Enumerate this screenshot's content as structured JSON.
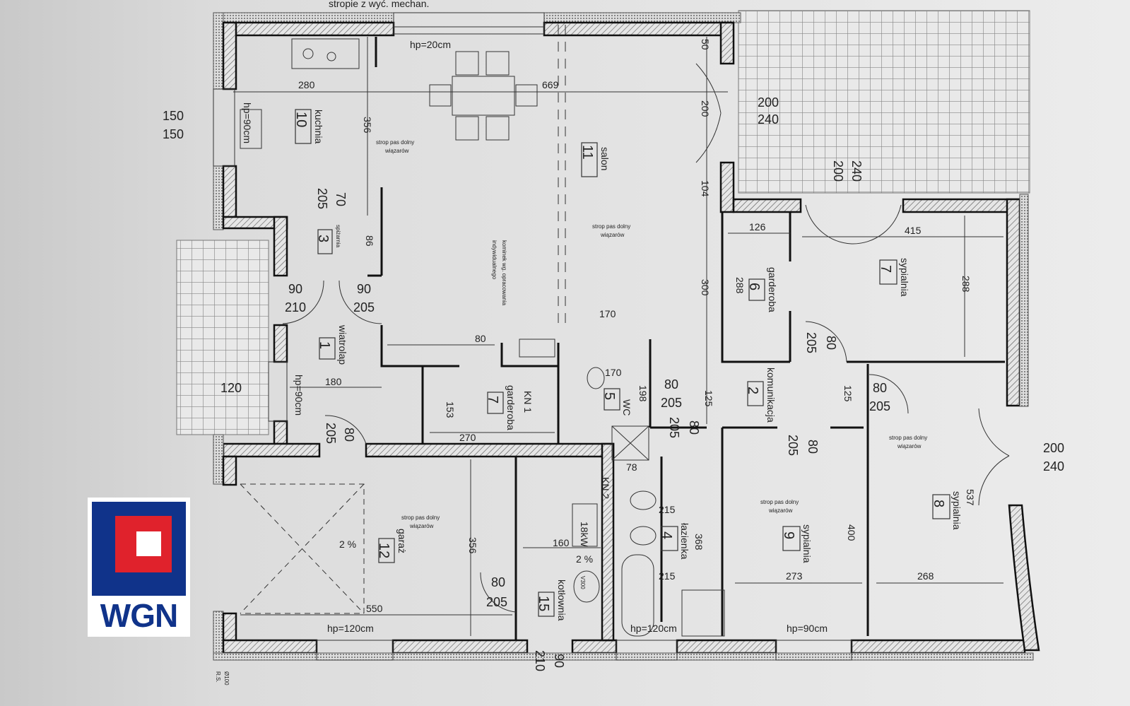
{
  "notes": {
    "top": "stropie z wyć. mechan.",
    "kominek1": "kominek wg. opracowania",
    "kominek2": "indywidualnego",
    "strop1": "strop pas dolny",
    "strop2": "wiązarów",
    "scale": "Ø100",
    "rs": "R.S."
  },
  "rooms": {
    "kuchnia": {
      "name": "kuchnia",
      "num": "10"
    },
    "salon": {
      "name": "salon",
      "num": "11"
    },
    "spizarnia": {
      "name": "spiżarnia",
      "num": "3"
    },
    "wiatrolap": {
      "name": "wiatrolap",
      "num": "1"
    },
    "garderoba7": {
      "name": "garderoba",
      "num": "7"
    },
    "kn1": "KN 1",
    "wc": {
      "name": "WC",
      "num": "5"
    },
    "komunikacja": {
      "name": "komunikacja",
      "num": "2"
    },
    "garderoba6": {
      "name": "garderoba",
      "num": "6"
    },
    "sypialnia7": {
      "name": "sypialnia",
      "num": "7"
    },
    "sypialnia8": {
      "name": "sypialnia",
      "num": "8"
    },
    "sypialnia9": {
      "name": "sypialnia",
      "num": "9"
    },
    "lazienka": {
      "name": "łazienka",
      "num": "4"
    },
    "kn2": "KN 2",
    "kotlownia": {
      "name": "kotłownia",
      "num": "15"
    },
    "garaz": {
      "name": "garaż",
      "num": "12"
    }
  },
  "dims": {
    "hp20": "hp=20cm",
    "d280": "280",
    "d669": "669",
    "d356": "356",
    "d150a": "150",
    "d150b": "150",
    "hp90": "hp=90cm",
    "d200": "200",
    "d240": "240",
    "d50": "50",
    "d200v": "200",
    "d104": "104",
    "d300": "300",
    "d70": "70",
    "d205": "205",
    "d86": "86",
    "d90": "90",
    "d210": "210",
    "d80": "80",
    "d170": "170",
    "d180": "180",
    "d120": "120",
    "d153": "153",
    "d270": "270",
    "d198": "198",
    "d125": "125",
    "d126": "126",
    "d288": "288",
    "d415": "415",
    "d537": "537",
    "d268": "268",
    "d400": "400",
    "d273": "273",
    "d215": "215",
    "d368": "368",
    "d78": "78",
    "kw": "18kW",
    "d160": "160",
    "pct": "2 %",
    "v300": "V300",
    "d550": "550",
    "hp120": "hp=120cm"
  },
  "logo": {
    "text": "WGN",
    "colors": {
      "blue": "#10338a",
      "red": "#e0222c"
    }
  }
}
